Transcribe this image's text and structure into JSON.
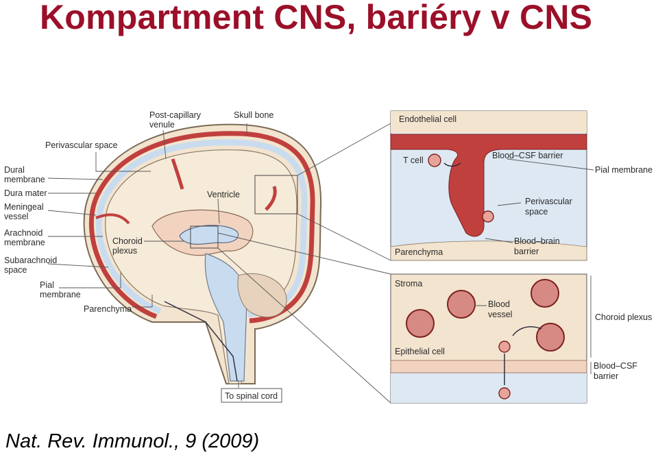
{
  "title": "Kompartment CNS, bariéry v CNS",
  "citation": "Nat. Rev. Immunol., 9 (2009)",
  "colors": {
    "title": "#9b1029",
    "blood": "#c0403e",
    "csf": "#c9dcef",
    "tissue": "#f3e4cf",
    "outline": "#444444"
  },
  "labels": {
    "post_capillary_1": "Post-capillary",
    "post_capillary_2": "venule",
    "skull_bone": "Skull bone",
    "perivascular_space": "Perivascular space",
    "dural_1": "Dural",
    "dural_2": "membrane",
    "dura_mater": "Dura mater",
    "meningeal_1": "Meningeal",
    "meningeal_2": "vessel",
    "arachnoid_1": "Arachnoid",
    "arachnoid_2": "membrane",
    "choroid_1": "Choroid",
    "choroid_2": "plexus",
    "ventricle": "Ventricle",
    "subarachnoid_1": "Subarachnoid",
    "subarachnoid_2": "space",
    "pial_1": "Pial",
    "pial_2": "membrane",
    "parenchyma": "Parenchyma",
    "to_spinal_cord": "To spinal cord"
  },
  "top_panel": {
    "endothelial_cell": "Endothelial cell",
    "t_cell": "T cell",
    "blood_csf_barrier": "Blood–CSF barrier",
    "pial_membrane": "Pial membrane",
    "perivascular_1": "Perivascular",
    "perivascular_2": "space",
    "blood_brain_1": "Blood–brain",
    "blood_brain_2": "barrier",
    "parenchyma": "Parenchyma"
  },
  "bottom_panel": {
    "stroma": "Stroma",
    "blood_1": "Blood",
    "blood_2": "vessel",
    "choroid_plexus": "Choroid plexus",
    "epithelial_cell": "Epithelial cell",
    "blood_csf_1": "Blood–CSF",
    "blood_csf_2": "barrier"
  }
}
